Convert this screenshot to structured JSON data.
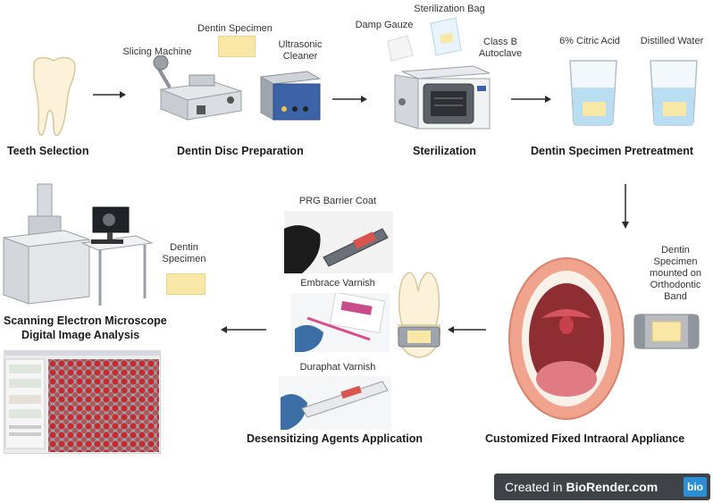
{
  "steps": {
    "teeth_selection": "Teeth Selection",
    "disc_preparation": "Dentin Disc Preparation",
    "sterilization": "Sterilization",
    "pretreatment": "Dentin Specimen Pretreatment",
    "appliance": "Customized Fixed Intraoral Appliance",
    "desensitizing": "Desensitizing Agents Application",
    "sem_line1": "Scanning Electron Microscope",
    "sem_line2": "Digital Image Analysis"
  },
  "labels": {
    "slicing_machine": "Slicing Machine",
    "dentin_specimen": "Dentin Specimen",
    "ultrasonic_line1": "Ultrasonic",
    "ultrasonic_line2": "Cleaner",
    "damp_gauze": "Damp Gauze",
    "sterilization_bag": "Sterilization Bag",
    "autoclave_line1": "Class B",
    "autoclave_line2": "Autoclave",
    "citric_acid": "6% Citric Acid",
    "distilled_water": "Distilled Water",
    "mounted_line1": "Dentin",
    "mounted_line2": "Specimen",
    "mounted_line3": "mounted on",
    "mounted_line4": "Orthodontic",
    "mounted_line5": "Band",
    "prg_barrier": "PRG Barrier Coat",
    "embrace_varnish": "Embrace Varnish",
    "duraphat_varnish": "Duraphat Varnish",
    "sem_specimen_line1": "Dentin",
    "sem_specimen_line2": "Specimen"
  },
  "footer": {
    "created_in": "Created in ",
    "brand": "BioRender.com",
    "logo": "bio"
  },
  "colors": {
    "specimen": "#f8e7a6",
    "liquid": "#b9def2",
    "arrow": "#2b2b2b",
    "badge_bg": "#3f4347",
    "badge_logo": "#2a8fd6"
  }
}
